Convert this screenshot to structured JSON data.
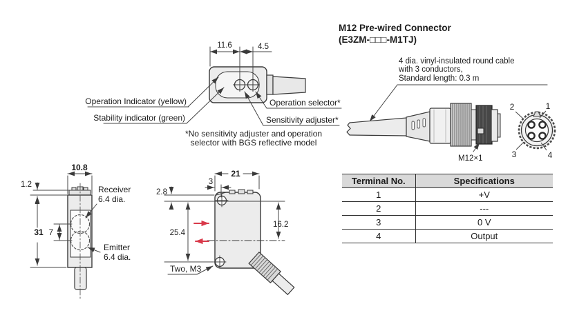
{
  "connector_section": {
    "title_line1": "M12 Pre-wired Connector",
    "title_line2": "(E3ZM-□□□-M1TJ)",
    "cable_note1": "4 dia. vinyl-insulated round cable",
    "cable_note2": "with 3 conductors,",
    "cable_note3": "Standard length: 0.3 m",
    "thread_label": "M12×1",
    "pins": [
      "1",
      "2",
      "3",
      "4"
    ]
  },
  "top_view": {
    "dim_a": "11.6",
    "dim_b": "4.5",
    "operation_indicator": "Operation Indicator (yellow)",
    "stability_indicator": "Stability indicator (green)",
    "operation_selector": "Operation selector*",
    "sensitivity_adjuster": "Sensitivity adjuster*",
    "footnote1": "*No sensitivity adjuster and operation",
    "footnote2": "selector with BGS reflective model"
  },
  "front_view": {
    "width": "10.8",
    "cap": "1.2",
    "height": "31",
    "pitch": "7",
    "receiver1": "Receiver",
    "receiver2": "6.4 dia.",
    "emitter1": "Emitter",
    "emitter2": "6.4 dia."
  },
  "side_view": {
    "width": "21",
    "hole_offset": "3",
    "hole_top": "2.8",
    "hole_pitch": "25.4",
    "beam": "16.2",
    "mount": "Two, M3"
  },
  "terminal_table": {
    "header": [
      "Terminal No.",
      "Specifications"
    ],
    "rows": [
      [
        "1",
        "+V"
      ],
      [
        "2",
        "---"
      ],
      [
        "3",
        "0 V"
      ],
      [
        "4",
        "Output"
      ]
    ]
  },
  "colors": {
    "line": "#3a3a3a",
    "body_fill": "#ececec",
    "red_arrow": "#d9394a",
    "table_header_bg": "#d9d9d9"
  }
}
